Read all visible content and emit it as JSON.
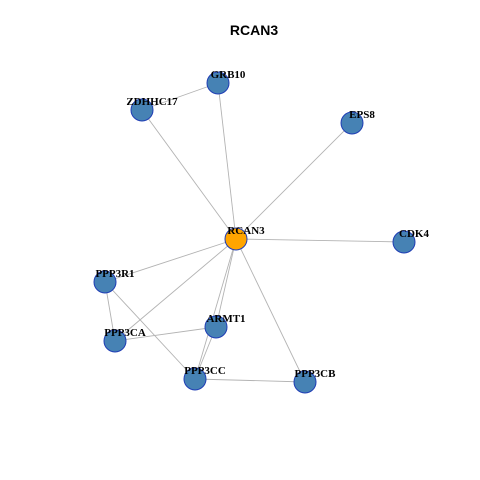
{
  "title": "RCAN3",
  "colors": {
    "center_fill": "#FFA500",
    "node_fill": "#4682B4",
    "node_stroke": "#1F3DB5",
    "edge": "#B3B3B3"
  },
  "nodes": [
    {
      "id": "RCAN3",
      "label": "RCAN3",
      "center": true
    },
    {
      "id": "GRB10",
      "label": "GRB10"
    },
    {
      "id": "ZDHHC17",
      "label": "ZDHHC17"
    },
    {
      "id": "EPS8",
      "label": "EPS8"
    },
    {
      "id": "CDK4",
      "label": "CDK4"
    },
    {
      "id": "PPP3R1",
      "label": "PPP3R1"
    },
    {
      "id": "ARMT1",
      "label": "ARMT1"
    },
    {
      "id": "PPP3CA",
      "label": "PPP3CA"
    },
    {
      "id": "PPP3CC",
      "label": "PPP3CC"
    },
    {
      "id": "PPP3CB",
      "label": "PPP3CB"
    }
  ],
  "edges": [
    [
      "RCAN3",
      "GRB10"
    ],
    [
      "RCAN3",
      "ZDHHC17"
    ],
    [
      "RCAN3",
      "EPS8"
    ],
    [
      "RCAN3",
      "CDK4"
    ],
    [
      "RCAN3",
      "PPP3R1"
    ],
    [
      "RCAN3",
      "PPP3CA"
    ],
    [
      "RCAN3",
      "ARMT1"
    ],
    [
      "RCAN3",
      "PPP3CC"
    ],
    [
      "RCAN3",
      "PPP3CB"
    ],
    [
      "GRB10",
      "ZDHHC17"
    ],
    [
      "PPP3R1",
      "PPP3CA"
    ],
    [
      "PPP3R1",
      "PPP3CC"
    ],
    [
      "PPP3CA",
      "ARMT1"
    ],
    [
      "ARMT1",
      "PPP3CC"
    ],
    [
      "PPP3CC",
      "PPP3CB"
    ]
  ]
}
